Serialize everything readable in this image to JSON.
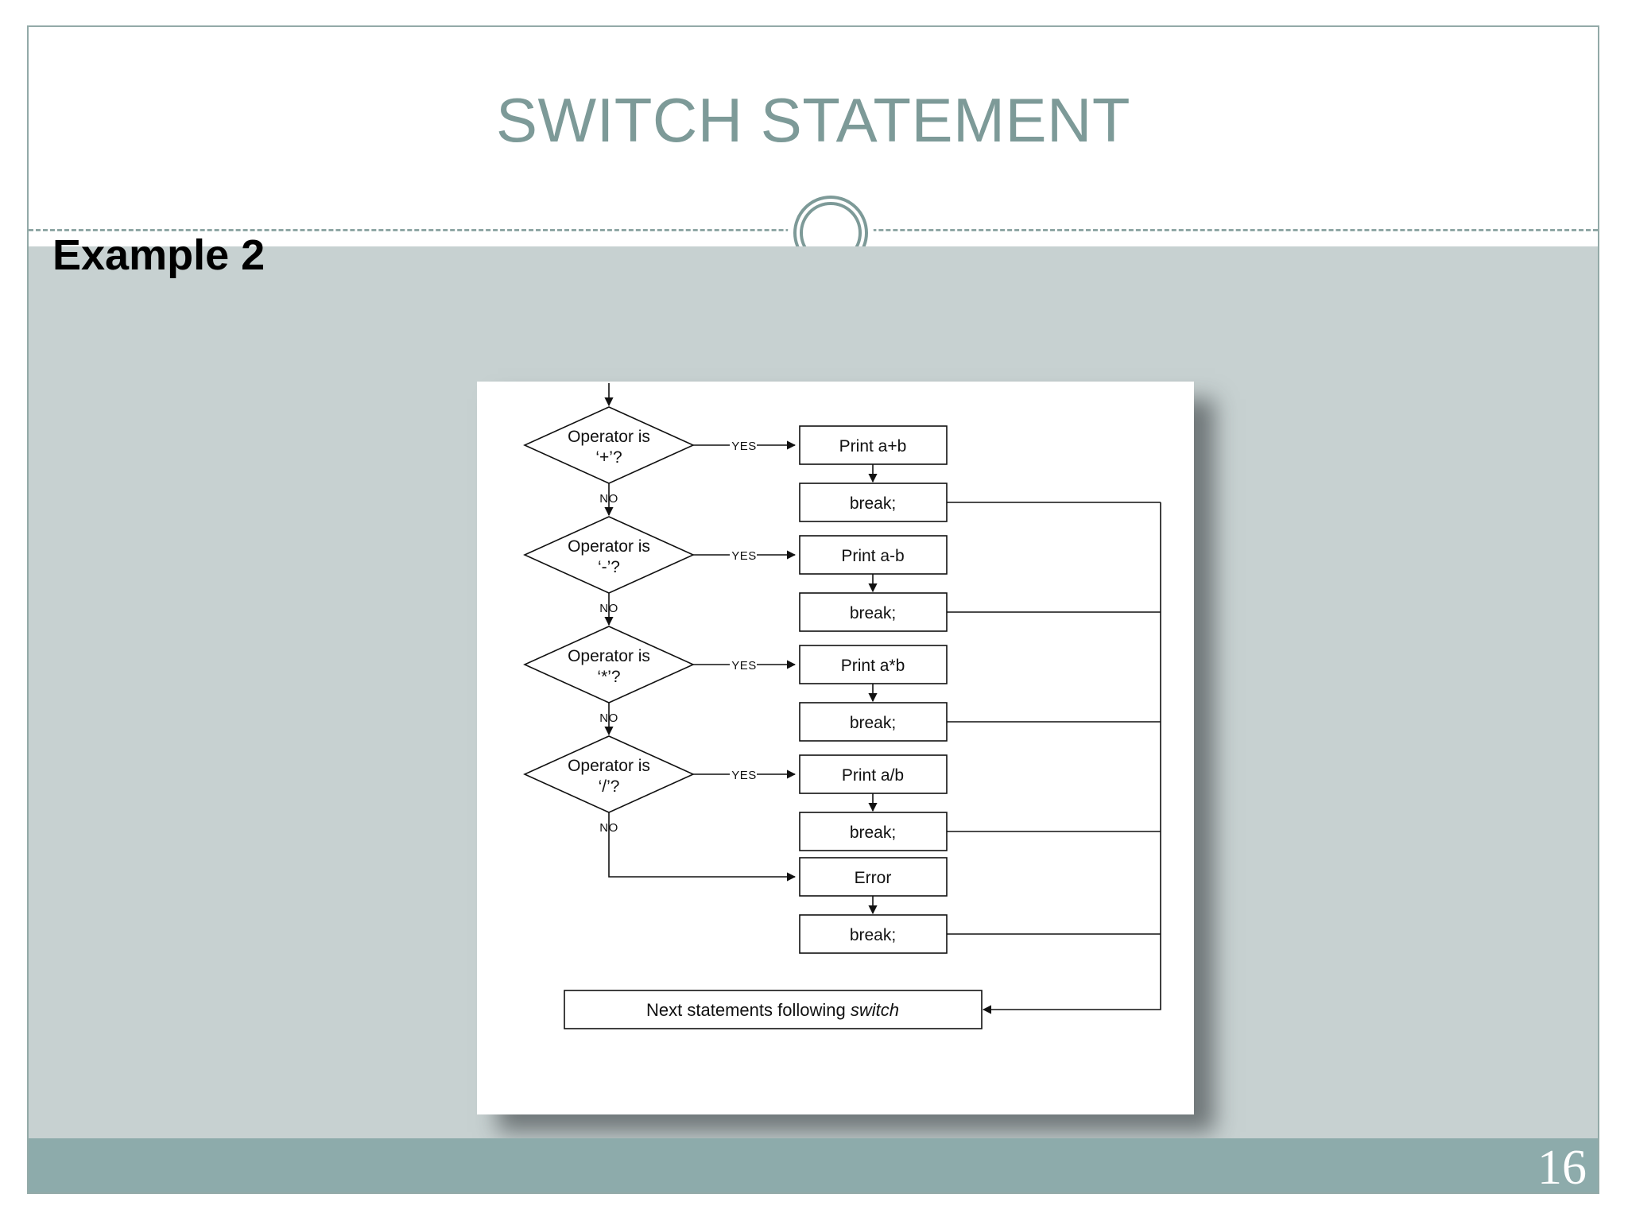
{
  "slide": {
    "title": "SWITCH STATEMENT",
    "heading": "Example 2",
    "page_number": "16",
    "colors": {
      "title": "#7d9a98",
      "body_bg": "#c7d1d1",
      "footer_bg": "#8dabab",
      "border": "#93aaa8",
      "panel_bg": "#ffffff",
      "ink": "#111111"
    }
  },
  "flowchart": {
    "title": "switch statement flowchart",
    "branches": [
      {
        "condition_line1": "Operator is",
        "condition_line2": "‘+’?",
        "yes_label": "YES",
        "no_label": "NO",
        "action": "Print a+b",
        "break": "break;"
      },
      {
        "condition_line1": "Operator is",
        "condition_line2": "‘-’?",
        "yes_label": "YES",
        "no_label": "NO",
        "action": "Print a-b",
        "break": "break;"
      },
      {
        "condition_line1": "Operator is",
        "condition_line2": "‘*’?",
        "yes_label": "YES",
        "no_label": "NO",
        "action": "Print a*b",
        "break": "break;"
      },
      {
        "condition_line1": "Operator is",
        "condition_line2": "‘/’?",
        "yes_label": "YES",
        "no_label": "NO",
        "action": "Print a/b",
        "break": "break;"
      }
    ],
    "default_branch": {
      "action": "Error",
      "break": "break;"
    },
    "exit_box": {
      "text_normal": "Next statements following ",
      "text_italic": "switch"
    }
  }
}
